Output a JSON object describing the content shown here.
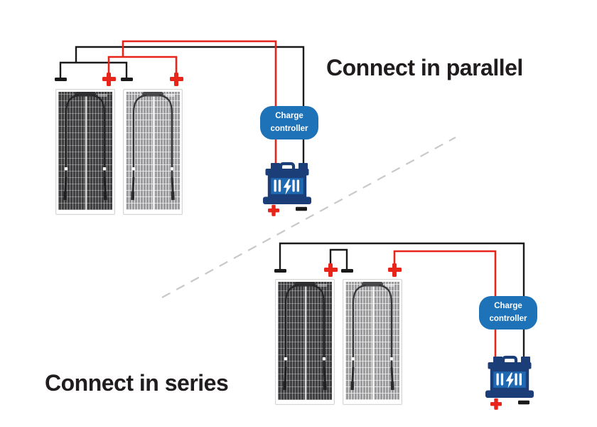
{
  "diagram": {
    "titles": {
      "parallel": "Connect in parallel",
      "series": "Connect in series"
    },
    "controller": {
      "line1": "Charge",
      "line2": "controller"
    },
    "terminals": {
      "parallel": [
        "-",
        "+",
        "-",
        "+"
      ],
      "series": [
        "-",
        "+",
        "-",
        "+"
      ]
    },
    "battery": {
      "positive": "+",
      "negative": "-"
    },
    "colors": {
      "positive_wire": "#e8251b",
      "negative_wire": "#1b1b1b",
      "controller_blue": "#1d72b8",
      "battery_outline": "#1b3e78",
      "battery_body": "#1f69b2",
      "divider_dashed": "#c9c9c9",
      "panel_dark": "#3f3f41",
      "panel_light": "#9b9b9e",
      "title_text": "#211d1e"
    },
    "icons": [
      "solar-panel-icon",
      "panel-cable-icon",
      "charge-controller-box",
      "battery-icon",
      "lightning-bolt-icon",
      "plus-terminal-icon",
      "minus-terminal-icon",
      "dashed-divider"
    ]
  }
}
